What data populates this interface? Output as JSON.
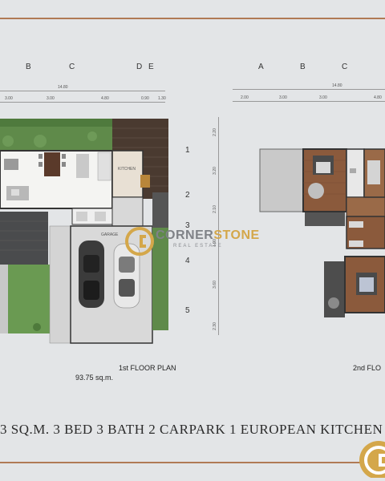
{
  "left_plan": {
    "column_letters": [
      "B",
      "C",
      "D",
      "E"
    ],
    "total_dim": "14.80",
    "dims": [
      "3.00",
      "3.00",
      "4.80",
      "0.90",
      "1.30"
    ],
    "row_numbers": [
      "1",
      "2",
      "3",
      "4",
      "5"
    ],
    "room_labels": {
      "kitchen": "KITCHEN",
      "garage": "GARAGE"
    },
    "title": "1st  FLOOR PLAN",
    "area": "93.75 sq.m."
  },
  "right_plan": {
    "column_letters": [
      "A",
      "B",
      "C"
    ],
    "total_dim": "14.80",
    "dims": [
      "2.00",
      "3.00",
      "3.00",
      "4.80"
    ],
    "row_dims": [
      "2.20",
      "3.20",
      "2.10",
      "1.90",
      "3.60",
      "2.30"
    ],
    "title": "2nd  FLO"
  },
  "watermark": {
    "brand_part1": "CORNER",
    "brand_part2": "STONE",
    "tagline": "REAL ESTATE"
  },
  "headline": "3  SQ.M. 3 BED 3 BATH 2 CARPARK 1 EUROPEAN KITCHEN",
  "colors": {
    "background": "#e3e5e7",
    "accent_line": "#b07a55",
    "logo_gold": "#d4a74a",
    "logo_gray": "#7f8287"
  }
}
